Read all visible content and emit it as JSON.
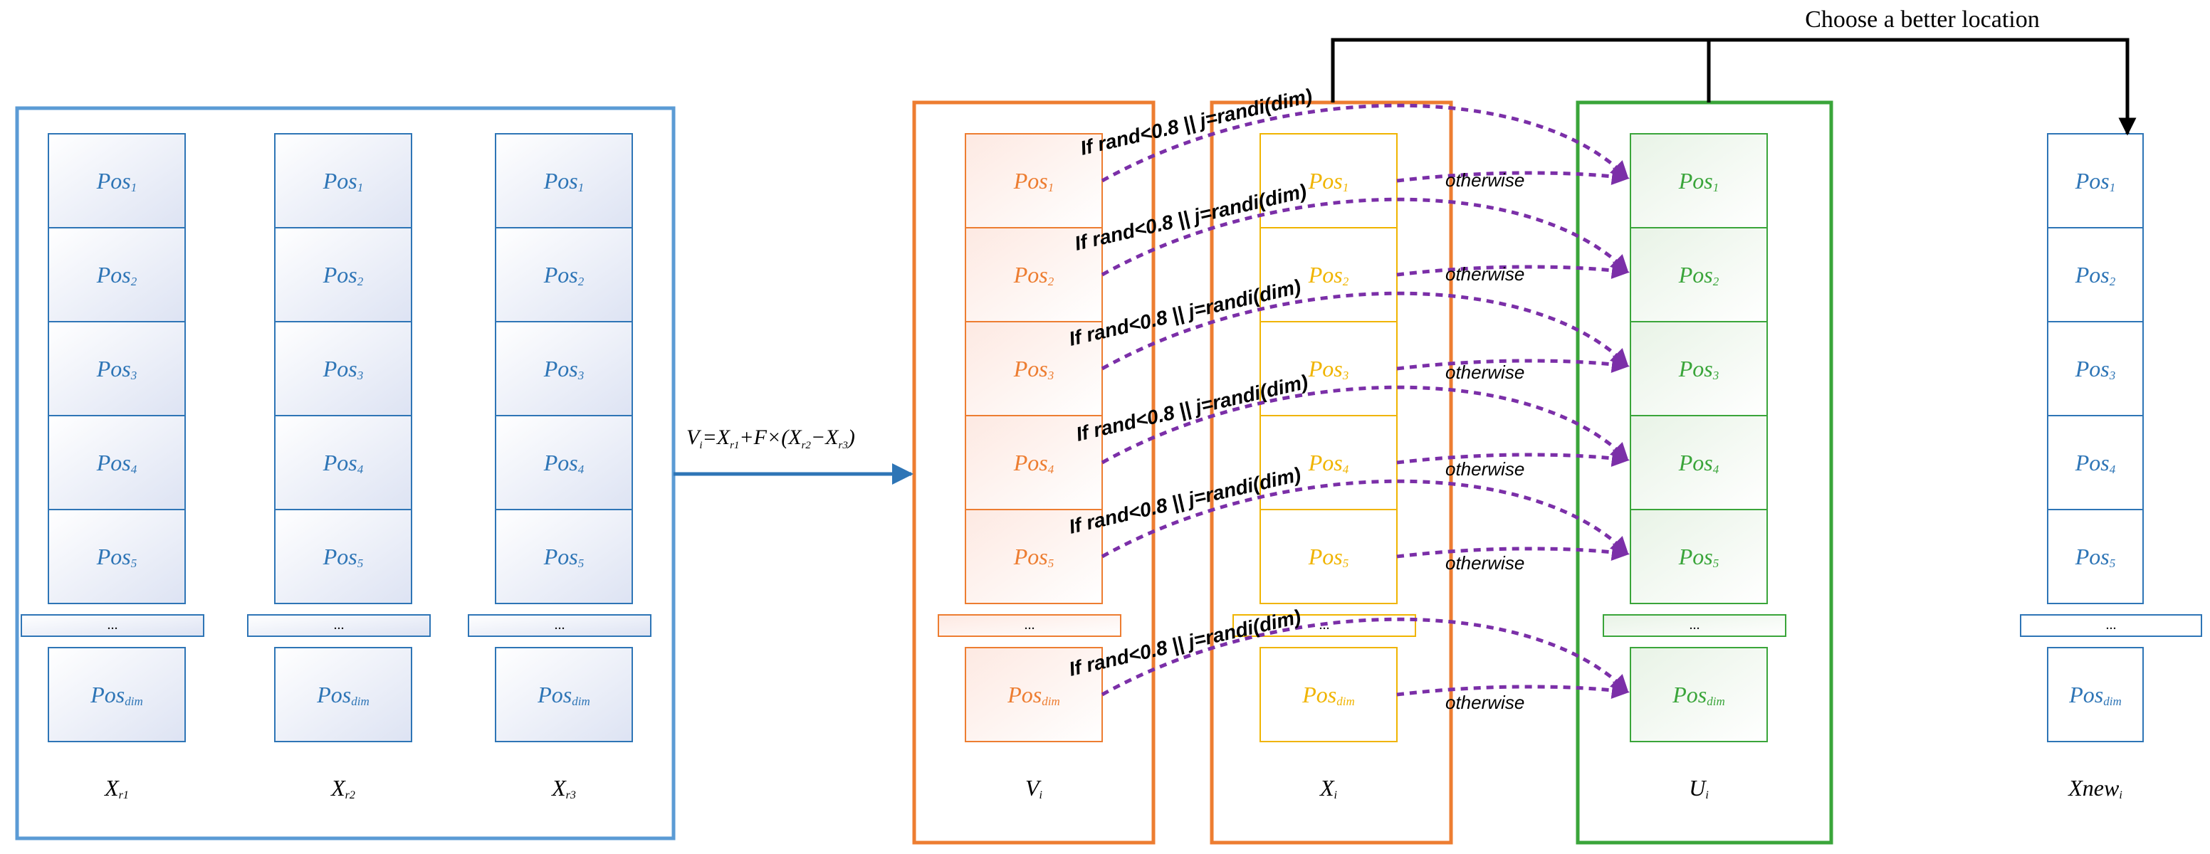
{
  "top_label": "Choose a better location",
  "formula": {
    "V": "V",
    "i": "i",
    "eq": "=X",
    "r1": "r1",
    "plusF": "+F×(X",
    "r2": "r2",
    "minus": "−X",
    "r3": "r3",
    "close": ")"
  },
  "cells": {
    "pos": "Pos",
    "subs": [
      "1",
      "2",
      "3",
      "4",
      "5"
    ],
    "ellipsis": "...",
    "dim": "dim"
  },
  "columns": {
    "xr1": {
      "base": "X",
      "sub": "r1"
    },
    "xr2": {
      "base": "X",
      "sub": "r2"
    },
    "xr3": {
      "base": "X",
      "sub": "r3"
    },
    "vi": {
      "base": "V",
      "sub": "i"
    },
    "xi": {
      "base": "X",
      "sub": "i"
    },
    "ui": {
      "base": "U",
      "sub": "i"
    },
    "xnew": {
      "base": "Xnew",
      "sub": "i"
    }
  },
  "crossover": {
    "condition": "If rand<0.8 || j=randi(dim)",
    "otherwise": "otherwise"
  },
  "colors": {
    "blue": "#2e75b6",
    "light_blue_frame": "#5b9bd5",
    "orange": "#ed7d31",
    "gold": "#f0b400",
    "green": "#3aa53a",
    "purple": "#7b2fa8",
    "black": "#000000"
  }
}
